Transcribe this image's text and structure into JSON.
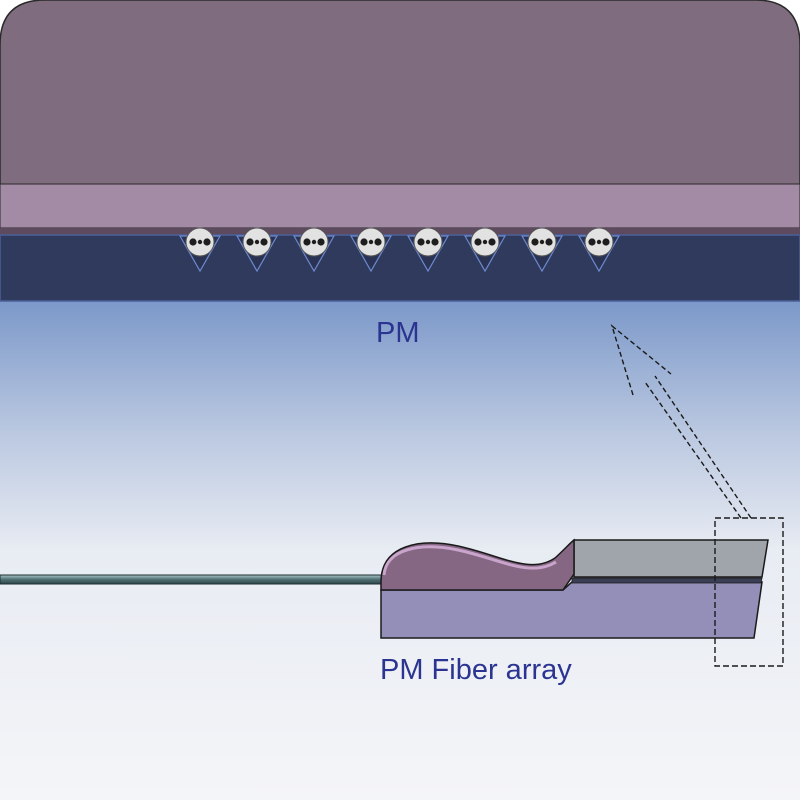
{
  "labels": {
    "pm": "PM",
    "fiber_array": "PM Fiber array"
  },
  "fiber_count": 8,
  "colors": {
    "lid_top": "#7f6d7f",
    "lid_band": "#a38ba6",
    "vgroove_chip": "#303a5c",
    "gradient_top": "#7b98c9",
    "gradient_bottom": "#f4f5f8",
    "label_text": "#2b3490",
    "fiber_cladding": "#e2e2e2",
    "fiber_core": "#1e1e1e",
    "array_lid": "#856683",
    "array_base": "#948fb9",
    "array_glass": "#a0a4ab",
    "fiber_lead": "#4f6f73",
    "callout_line": "#1a1a1a"
  }
}
